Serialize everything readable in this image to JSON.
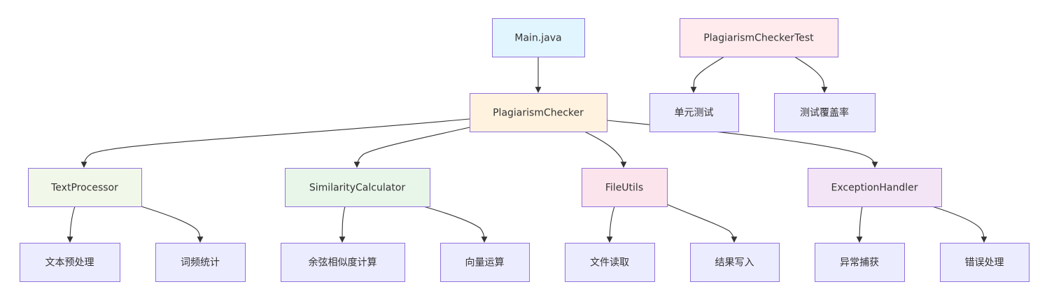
{
  "diagram": {
    "type": "flowchart",
    "direction": "top-down",
    "colors": {
      "default_fill": "#ECECFF",
      "border": "#9370DB",
      "edge": "#333333",
      "text": "#333333"
    },
    "nodes": [
      {
        "id": "main",
        "label": "Main.java",
        "fill": "#E1F5FE"
      },
      {
        "id": "test",
        "label": "PlagiarismCheckerTest",
        "fill": "#FFEBEE"
      },
      {
        "id": "checker",
        "label": "PlagiarismChecker",
        "fill": "#FFF3E0"
      },
      {
        "id": "unit",
        "label": "单元测试",
        "fill": "#ECECFF"
      },
      {
        "id": "coverage",
        "label": "测试覆盖率",
        "fill": "#ECECFF"
      },
      {
        "id": "textproc",
        "label": "TextProcessor",
        "fill": "#F1F8E9"
      },
      {
        "id": "simcalc",
        "label": "SimilarityCalculator",
        "fill": "#E8F5E9"
      },
      {
        "id": "fileutils",
        "label": "FileUtils",
        "fill": "#FCE4EC"
      },
      {
        "id": "exhandler",
        "label": "ExceptionHandler",
        "fill": "#F3E5F5"
      },
      {
        "id": "preproc",
        "label": "文本预处理",
        "fill": "#ECECFF"
      },
      {
        "id": "wordfreq",
        "label": "词频统计",
        "fill": "#ECECFF"
      },
      {
        "id": "cosine",
        "label": "余弦相似度计算",
        "fill": "#ECECFF"
      },
      {
        "id": "vector",
        "label": "向量运算",
        "fill": "#ECECFF"
      },
      {
        "id": "fileread",
        "label": "文件读取",
        "fill": "#ECECFF"
      },
      {
        "id": "resultwrite",
        "label": "结果写入",
        "fill": "#ECECFF"
      },
      {
        "id": "excatch",
        "label": "异常捕获",
        "fill": "#ECECFF"
      },
      {
        "id": "errhandle",
        "label": "错误处理",
        "fill": "#ECECFF"
      }
    ],
    "edges": [
      {
        "from": "main",
        "to": "checker"
      },
      {
        "from": "checker",
        "to": "textproc"
      },
      {
        "from": "checker",
        "to": "simcalc"
      },
      {
        "from": "checker",
        "to": "fileutils"
      },
      {
        "from": "checker",
        "to": "exhandler"
      },
      {
        "from": "textproc",
        "to": "preproc"
      },
      {
        "from": "textproc",
        "to": "wordfreq"
      },
      {
        "from": "simcalc",
        "to": "cosine"
      },
      {
        "from": "simcalc",
        "to": "vector"
      },
      {
        "from": "fileutils",
        "to": "fileread"
      },
      {
        "from": "fileutils",
        "to": "resultwrite"
      },
      {
        "from": "exhandler",
        "to": "excatch"
      },
      {
        "from": "exhandler",
        "to": "errhandle"
      },
      {
        "from": "test",
        "to": "unit"
      },
      {
        "from": "test",
        "to": "coverage"
      }
    ]
  }
}
